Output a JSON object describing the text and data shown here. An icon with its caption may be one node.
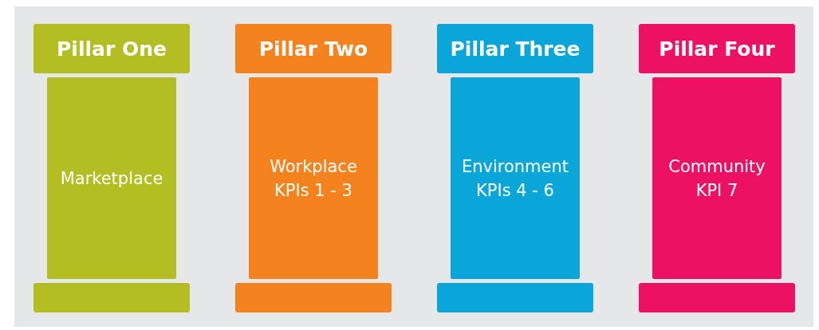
{
  "diagram": {
    "nodes": [
      {
        "text": [
          "Pillar One"
        ]
      },
      {
        "text": [
          "Marketplace"
        ]
      },
      {
        "text": [],
        "shape": "bar"
      },
      {
        "text": [
          "Pillar Two"
        ]
      },
      {
        "text": [
          "Workplace",
          "KPIs 1 - 3"
        ]
      },
      {
        "text": [],
        "shape": "bar"
      },
      {
        "text": [
          "Pillar Three"
        ]
      },
      {
        "text": [
          "Environment",
          "KPIs 4 - 6"
        ]
      },
      {
        "text": [],
        "shape": "bar"
      },
      {
        "text": [
          "Pillar Four"
        ]
      },
      {
        "text": [
          "Community",
          "KPI 7"
        ]
      },
      {
        "text": [],
        "shape": "bar"
      }
    ]
  }
}
